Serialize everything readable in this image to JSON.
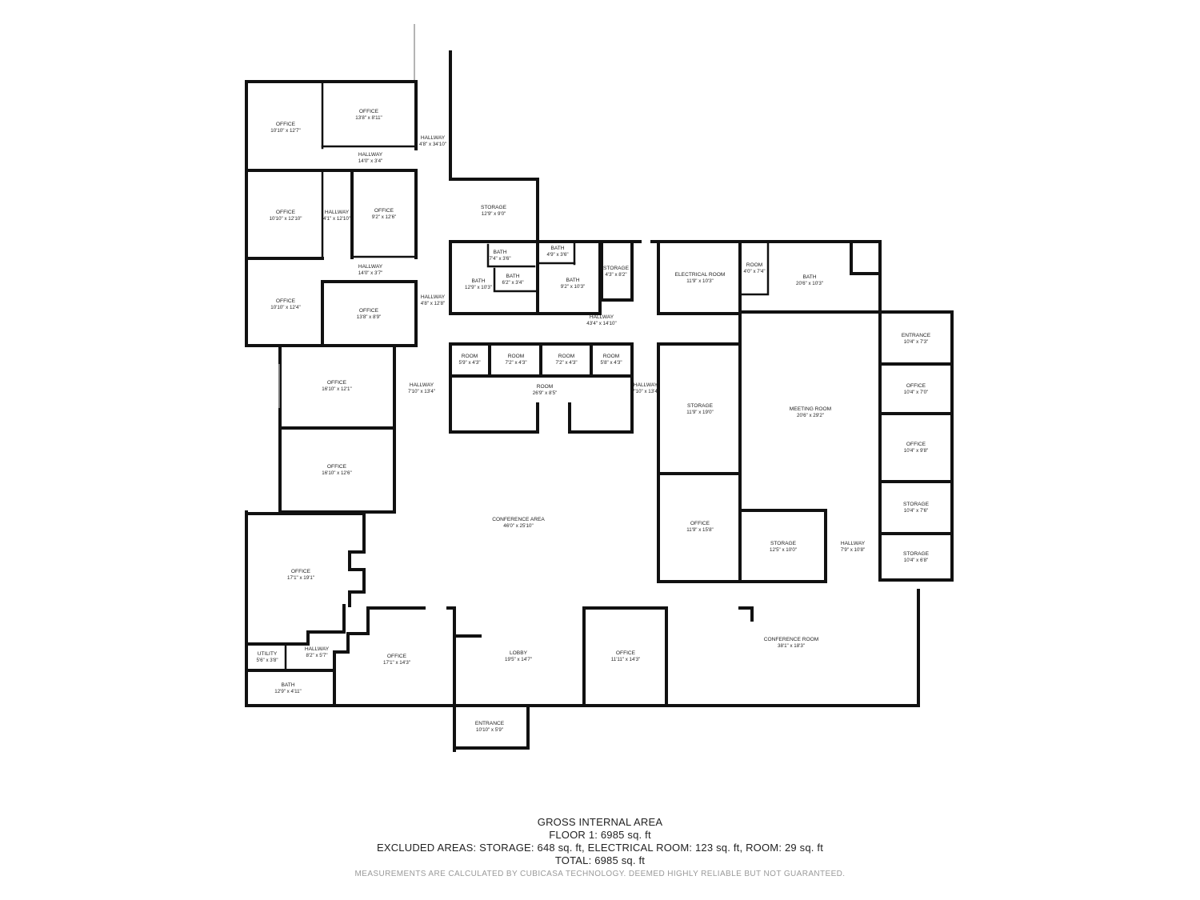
{
  "rooms": [
    {
      "name": "OFFICE",
      "dims": "10'10\" x 12'7\""
    },
    {
      "name": "OFFICE",
      "dims": "13'8\" x 8'11\""
    },
    {
      "name": "HALLWAY",
      "dims": "4'8\" x 34'10\""
    },
    {
      "name": "HALLWAY",
      "dims": "14'0\" x 3'4\""
    },
    {
      "name": "OFFICE",
      "dims": "10'10\" x 12'10\""
    },
    {
      "name": "HALLWAY",
      "dims": "4'1\" x 12'10\""
    },
    {
      "name": "OFFICE",
      "dims": "9'2\" x 12'6\""
    },
    {
      "name": "STORAGE",
      "dims": "12'9\" x 9'0\""
    },
    {
      "name": "HALLWAY",
      "dims": "14'0\" x 3'7\""
    },
    {
      "name": "OFFICE",
      "dims": "10'10\" x 12'4\""
    },
    {
      "name": "OFFICE",
      "dims": "13'8\" x 8'9\""
    },
    {
      "name": "HALLWAY",
      "dims": "4'8\" x 12'8\""
    },
    {
      "name": "BATH",
      "dims": "7'4\" x 3'6\""
    },
    {
      "name": "BATH",
      "dims": "6'2\" x 3'4\""
    },
    {
      "name": "BATH",
      "dims": "12'9\" x 10'3\""
    },
    {
      "name": "BATH",
      "dims": "4'9\" x 3'6\""
    },
    {
      "name": "BATH",
      "dims": "9'2\" x 10'3\""
    },
    {
      "name": "STORAGE",
      "dims": "4'3\" x 8'2\""
    },
    {
      "name": "HALLWAY",
      "dims": "43'4\" x 14'10\""
    },
    {
      "name": "ELECTRICAL ROOM",
      "dims": "11'9\" x 10'3\""
    },
    {
      "name": "ROOM",
      "dims": "4'0\" x 7'4\""
    },
    {
      "name": "BATH",
      "dims": "20'6\" x 10'3\""
    },
    {
      "name": "ENTRANCE",
      "dims": "10'4\" x 7'3\""
    },
    {
      "name": "ROOM",
      "dims": "5'9\" x 4'3\""
    },
    {
      "name": "ROOM",
      "dims": "7'2\" x 4'3\""
    },
    {
      "name": "ROOM",
      "dims": "7'2\" x 4'3\""
    },
    {
      "name": "ROOM",
      "dims": "5'8\" x 4'3\""
    },
    {
      "name": "OFFICE",
      "dims": "16'10\" x 12'1\""
    },
    {
      "name": "HALLWAY",
      "dims": "7'10\" x 13'4\""
    },
    {
      "name": "ROOM",
      "dims": "26'9\" x 8'5\""
    },
    {
      "name": "HALLWAY",
      "dims": "7'10\" x 13'4\""
    },
    {
      "name": "STORAGE",
      "dims": "11'9\" x 19'0\""
    },
    {
      "name": "MEETING ROOM",
      "dims": "20'6\" x 29'2\""
    },
    {
      "name": "OFFICE",
      "dims": "10'4\" x 7'0\""
    },
    {
      "name": "OFFICE",
      "dims": "10'4\" x 9'8\""
    },
    {
      "name": "OFFICE",
      "dims": "16'10\" x 12'6\""
    },
    {
      "name": "STORAGE",
      "dims": "10'4\" x 7'6\""
    },
    {
      "name": "CONFERENCE AREA",
      "dims": "46'0\" x 25'10\""
    },
    {
      "name": "OFFICE",
      "dims": "11'9\" x 15'8\""
    },
    {
      "name": "STORAGE",
      "dims": "12'5\" x 10'0\""
    },
    {
      "name": "HALLWAY",
      "dims": "7'9\" x 10'8\""
    },
    {
      "name": "STORAGE",
      "dims": "10'4\" x 6'8\""
    },
    {
      "name": "OFFICE",
      "dims": "17'1\" x 19'1\""
    },
    {
      "name": "CONFERENCE ROOM",
      "dims": "38'1\" x 18'3\""
    },
    {
      "name": "UTILITY",
      "dims": "5'6\" x 3'8\""
    },
    {
      "name": "HALLWAY",
      "dims": "8'2\" x 5'7\""
    },
    {
      "name": "OFFICE",
      "dims": "17'1\" x 14'3\""
    },
    {
      "name": "LOBBY",
      "dims": "19'5\" x 14'7\""
    },
    {
      "name": "OFFICE",
      "dims": "11'11\" x 14'3\""
    },
    {
      "name": "BATH",
      "dims": "12'9\" x 4'11\""
    },
    {
      "name": "ENTRANCE",
      "dims": "10'10\" x 5'9\""
    }
  ],
  "summary": {
    "title": "GROSS INTERNAL AREA",
    "floor": "FLOOR 1: 6985 sq. ft",
    "excluded": "EXCLUDED AREAS: STORAGE: 648 sq. ft, ELECTRICAL ROOM: 123 sq. ft, ROOM: 29 sq. ft",
    "total": "TOTAL: 6985 sq. ft",
    "disclaimer": "MEASUREMENTS ARE CALCULATED BY CUBICASA TECHNOLOGY. DEEMED HIGHLY RELIABLE BUT NOT GUARANTEED."
  }
}
